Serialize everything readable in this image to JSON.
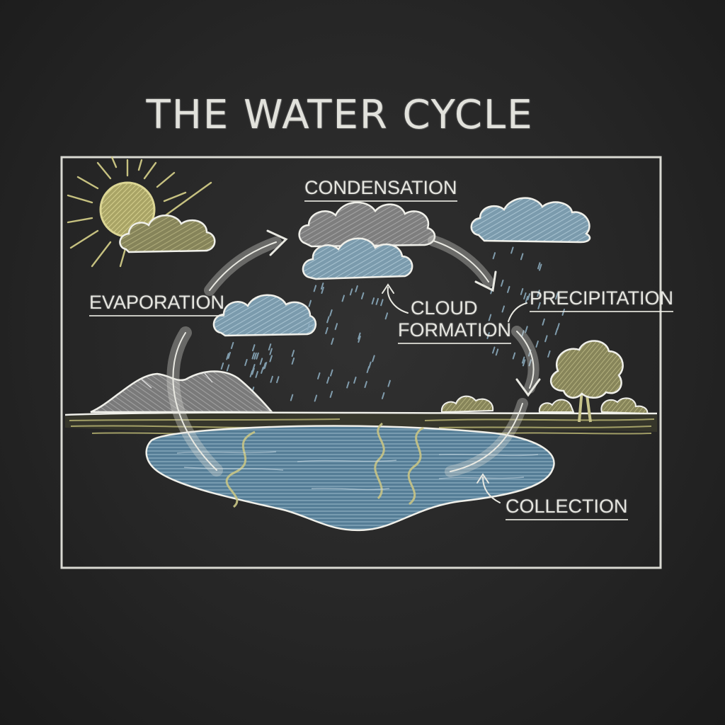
{
  "title": "THE WATER CYCLE",
  "labels": {
    "condensation": "CONDENSATION",
    "evaporation": "EVAPORATION",
    "cloud_formation_line1": "CLOUD",
    "cloud_formation_line2": "FORMATION",
    "precipitation": "PRECIPITATION",
    "collection": "COLLECTION"
  },
  "colors": {
    "board": "#2a2a2a",
    "chalk_white": "#f0f0ea",
    "sun_yellow": "#d8d28a",
    "cloud_olive": "#8e8c62",
    "cloud_gray": "#8a8a8a",
    "cloud_blue": "#7f9fb0",
    "water_blue": "#5f87a0",
    "land_olive": "#9c9a5a",
    "tree_olive": "#9a9760"
  }
}
